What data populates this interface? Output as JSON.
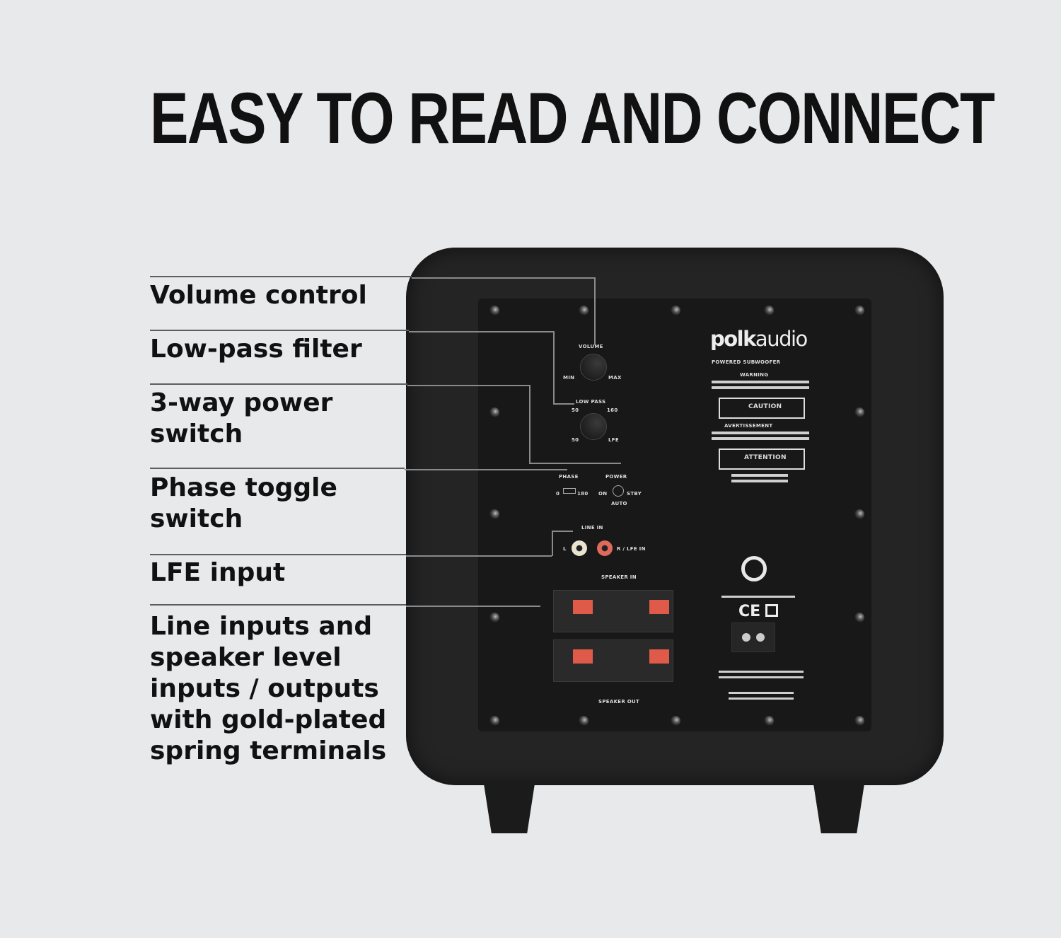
{
  "headline": "EASY TO READ AND CONNECT",
  "callouts": [
    {
      "label": "Volume control"
    },
    {
      "label": "Low-pass filter"
    },
    {
      "label_lines": [
        "3-way power",
        "switch"
      ]
    },
    {
      "label_lines": [
        "Phase toggle",
        "switch"
      ]
    },
    {
      "label": "LFE input"
    },
    {
      "label_lines": [
        "Line inputs and",
        "speaker level",
        "inputs / outputs",
        "with gold-plated",
        "spring terminals"
      ]
    }
  ],
  "panel": {
    "brand_bold": "polk",
    "brand_light": "audio",
    "product": "POWERED SUBWOOFER",
    "warning": "WARNING",
    "caution": "CAUTION",
    "avertissement": "AVERTISSEMENT",
    "attention": "ATTENTION",
    "volume": "VOLUME",
    "min": "MIN",
    "max": "MAX",
    "low_pass": "LOW PASS",
    "lp_lo": "50",
    "lp_hi": "160",
    "lfe": "LFE",
    "phase": "PHASE",
    "power": "POWER",
    "phase_0": "0",
    "phase_180": "180",
    "on": "ON",
    "stby": "STBY",
    "auto": "AUTO",
    "line_in": "LINE IN",
    "l": "L",
    "r_lfe": "R / LFE IN",
    "speaker_in": "SPEAKER IN",
    "speaker_out": "SPEAKER OUT",
    "ce_mark": "CE",
    "accent_red": "#e05a4a"
  }
}
